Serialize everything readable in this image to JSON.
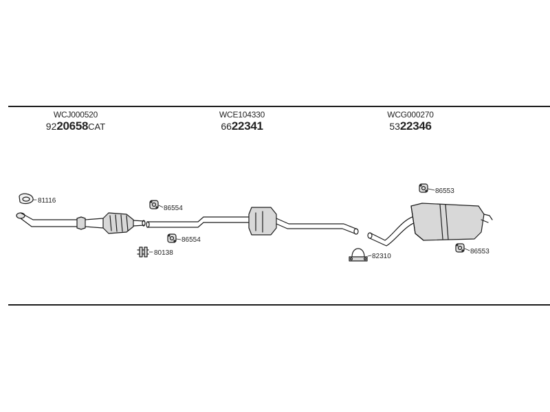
{
  "kits": [
    {
      "code": "WCJ000520",
      "prefix": "92",
      "number": "20658",
      "suffix": "CAT"
    },
    {
      "code": "WCE104330",
      "prefix": "66",
      "number": "22341",
      "suffix": ""
    },
    {
      "code": "WCG000270",
      "prefix": "53",
      "number": "22346",
      "suffix": ""
    }
  ],
  "parts": {
    "gasket_front": "81116",
    "hanger_a_top": "86554",
    "hanger_a_bottom": "86554",
    "clamp_front": "80138",
    "clamp_rear": "82310",
    "hanger_b_top": "86553",
    "hanger_b_bottom": "86553"
  },
  "colors": {
    "line": "#1a1a1a",
    "part_fill": "#d8d8d8"
  }
}
